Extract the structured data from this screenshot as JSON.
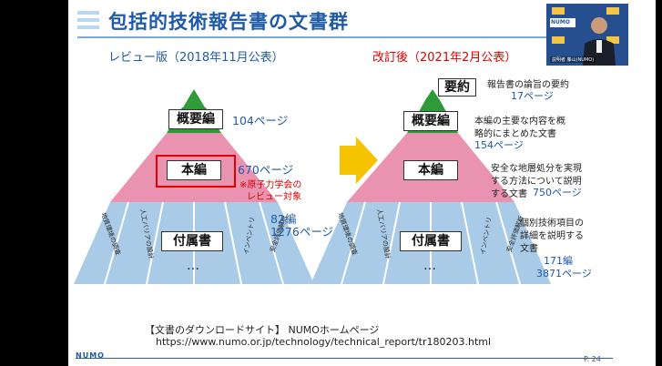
{
  "slide": {
    "title": "包括的技術報告書の文書群",
    "left_heading": "レビュー版（2018年11月公表）",
    "right_heading": "改訂後（2021年2月公表）",
    "left": {
      "box_overview": "概要編",
      "box_main": "本編",
      "box_appendix": "付属書",
      "overview_pages": "104ページ",
      "main_pages": "670ページ",
      "note_line1": "※原子力学会の",
      "note_line2": "レビュー対象",
      "appendix_count": "82編",
      "appendix_pages": "1276ページ",
      "fan_labels": [
        "地質環境の調査",
        "人工バリアの設計",
        "…",
        "インベントリ",
        "安全評価解析"
      ]
    },
    "right": {
      "box_summary": "要約",
      "box_overview": "概要編",
      "box_main": "本編",
      "box_appendix": "付属書",
      "summary_desc": "報告書の論旨の要約",
      "summary_pages": "17ページ",
      "overview_desc_line1": "本編の主要な内容を概",
      "overview_desc_line2": "略的にまとめた文書",
      "overview_pages": "154ページ",
      "main_desc_line1": "安全な地層処分を実現",
      "main_desc_line2": "する方法について説明",
      "main_desc_line3": "する文書",
      "main_pages": "750ページ",
      "appendix_desc_line1": "個別技術項目の",
      "appendix_desc_line2": "詳細を説明する",
      "appendix_desc_line3": "文書",
      "appendix_count": "171編",
      "appendix_pages": "3871ページ",
      "fan_labels": [
        "地質環境の調査",
        "人工バリアの設計",
        "…",
        "インベントリ",
        "安全評価解析"
      ]
    },
    "download_line1": "【文書のダウンロードサイト】 NUMOホームページ",
    "download_line2": "https://www.numo.or.jp/technology/technical_report/tr180203.html",
    "footer_logo": "NUMO",
    "page_number": "P. 24"
  },
  "webcam": {
    "name_tag": "説明者 藤山(NUMO)",
    "banner_text": "NUMO"
  },
  "colors": {
    "green": "#2e9a38",
    "pink": "#e993b0",
    "blue_fan": "#a9cbe8",
    "title_blue": "#1e5aa8",
    "red": "#e00000",
    "arrow_yellow": "#f6c300"
  }
}
